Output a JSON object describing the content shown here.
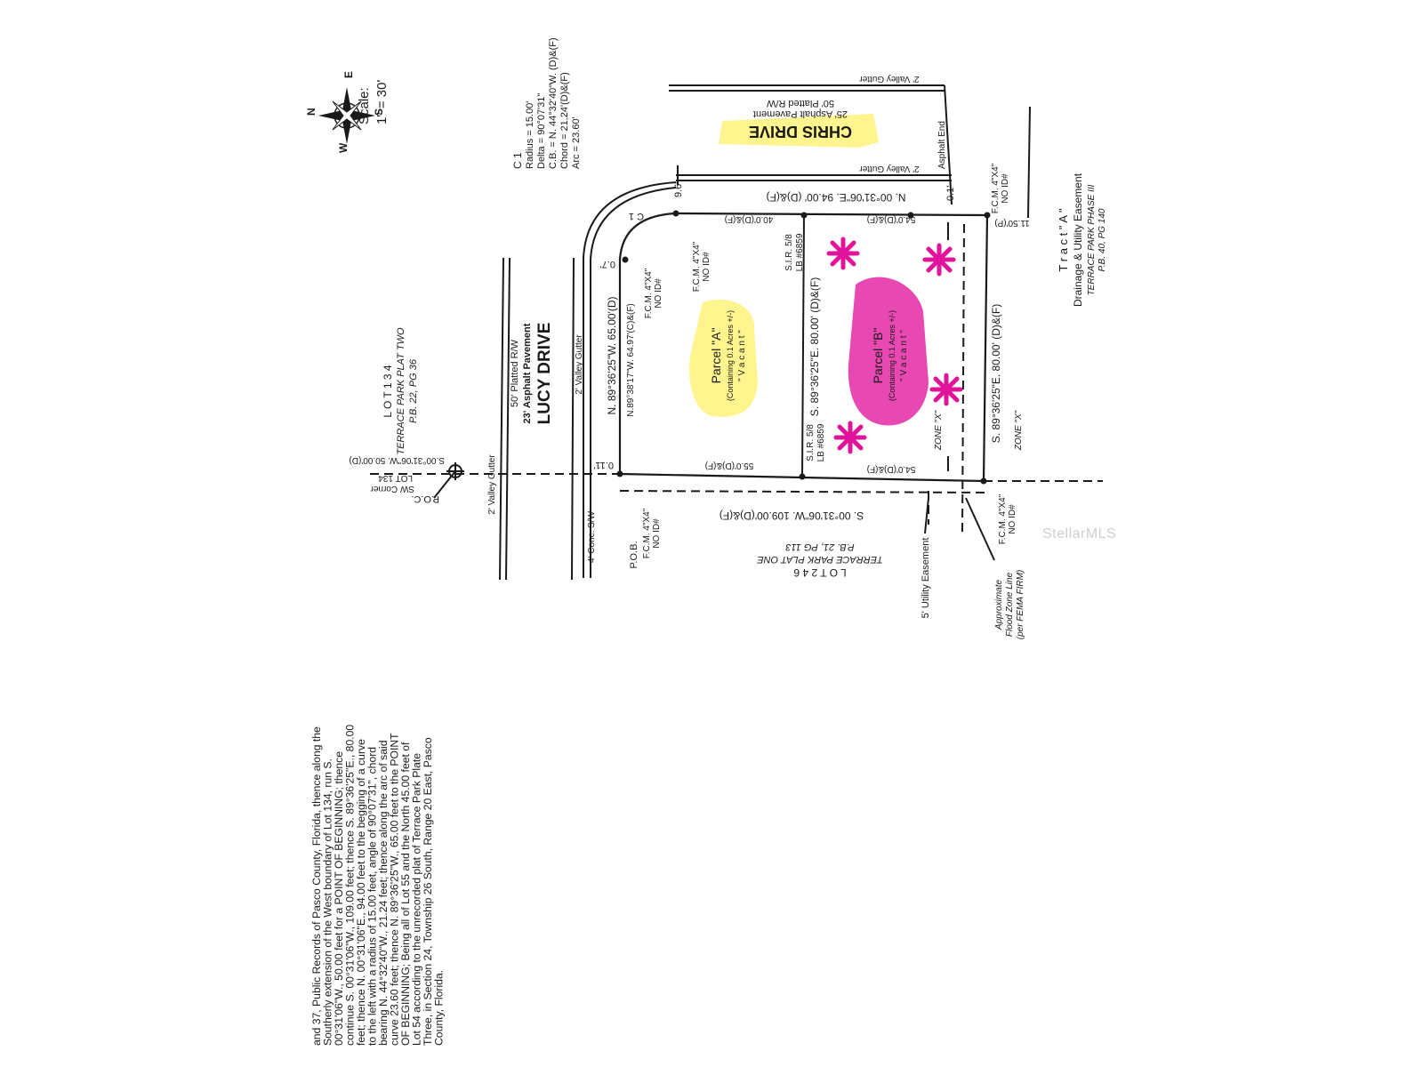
{
  "compass": {
    "scale_label": "Scale:",
    "scale_value": "1\" = 30'",
    "n": "N",
    "s": "S",
    "e": "E",
    "w": "W"
  },
  "curve": {
    "title": "C 1",
    "radius": "Radius = 15.00'",
    "delta": "Delta = 90°07'31\"",
    "cb": "C.B. = N. 44°32'40\"W. (D)&(F)",
    "chord": "Chord = 21.24'(D)&(F)",
    "arc": "Arc = 23.60'"
  },
  "chris_drive": {
    "name": "CHRIS DRIVE",
    "pavement": "25' Asphalt Pavement",
    "rw": "50' Platted R/W",
    "gutter_top": "2' Valley Gutter",
    "gutter_bottom": "2' Valley Gutter",
    "asphalt_end": "Asphalt End"
  },
  "lucy_drive": {
    "name": "LUCY DRIVE",
    "pavement": "23' Asphalt Pavement",
    "rw": "50' Platted R/W",
    "gutter_left": "2' Valley Gutter",
    "gutter_right": "2' Valley Gutter",
    "sidewalk": "4' Conc. S/W"
  },
  "lot134": {
    "label": "L O T  1 3 4",
    "plat": "TERRACE PARK PLAT TWO",
    "pb": "P.B. 22, PG 36",
    "poc": "P.O.C.",
    "sw_corner": "SW Corner",
    "lot_ref": "LOT 134",
    "ext": "S.00°31'06\"W. 50.00'(D)"
  },
  "lot246": {
    "label": "L O T  2 4 6",
    "plat": "TERRACE PARK PLAT ONE",
    "pb": "P.B. 21, PG 113"
  },
  "tract": {
    "label": "T r a c t  \" A \"",
    "easement": "Drainage & Utility Easement",
    "plat": "TERRACE PARK PHASE III",
    "pb": "P.B. 40, PG 140"
  },
  "bounds": {
    "north": "N. 00°31'06\"E.  94.00'  (D)&(F)",
    "south": "S. 00°31'06\"W.  109.00'(D)&(F)",
    "west": "N. 89°36'25\"W.  65.00'(D)",
    "west_calc": "N.89°38'17\"W.  64.97'(C)&(F)",
    "middle": "S. 89°36'25\"E.  80.00'  (D)&(F)",
    "east": "S. 89°36'25\"E.  80.00'  (D)&(F)",
    "a_top": "40.0'(D)&(F)",
    "b_top": "54.0'(D)&(F)",
    "a_bottom": "55.0'(D)&(F)",
    "b_bottom": "54.0'(D)&(F)",
    "east_end": "11.50'(P)"
  },
  "offsets": {
    "o1": "9.6'",
    "o2": "0.7'",
    "o3": "0.1'",
    "o4": "0.11'"
  },
  "monuments": {
    "fcm": "F.C.M. 4\"X4\"",
    "no_id": "NO ID#",
    "sir": "S.I.R. 5/8",
    "lb": "LB #6859",
    "pob": "P.O.B."
  },
  "parcel_a": {
    "name": "Parcel \"A\"",
    "area": "(Containing 0.1 Acres +/-)",
    "status": "\" V a c a n t \""
  },
  "parcel_b": {
    "name": "Parcel \"B\"",
    "area": "(Containing 0.1 Acres +/-)",
    "status": "\" V a c a n t \""
  },
  "zones": {
    "zone1": "ZONE \"X\"",
    "zone2": "ZONE \"X\""
  },
  "utility": "5' Utility Easement",
  "flood": {
    "line1": "Approximate",
    "line2": "Flood Zone Line",
    "line3": "(per FEMA FIRM)"
  },
  "legal": [
    "and 37, Public Records of Pasco County, Florida, thence along the",
    "Southerly extension of the West boundary of Lot 134, run S.",
    "00°31'06\"W., 50.00 feet for a POINT OF BEGINNING; thence",
    "continue S. 00°31'06\"W., 109.00 feet; thence S. 89°36'25\"E., 80.00",
    "feet; thence N. 00°31'06\"E., 94.00 feet to the begging of a curve",
    "to the left with a radius of 15.00 feet, angle of 90°07'31\", chord",
    "bearing N. 44°32'40\"W., 21.24 feet; thence along the arc of said",
    "curve 23.60 feet; thence N. 89°36'25\"W., 65.00 feet to the POINT",
    "OF BEGINNING; Being all of Lot 55 and the North 45.00 feet of",
    "Lot 54 according to the unrecorded plat of Terrace Park Plate",
    "Three, in Section 24, Township 26 South, Range 20 East, Pasco",
    "County, Florida."
  ],
  "watermark": "StellarMLS",
  "colors": {
    "highlight_yellow": "#fff27a",
    "highlight_magenta": "#e0149b",
    "ink": "#1a1a1a"
  }
}
